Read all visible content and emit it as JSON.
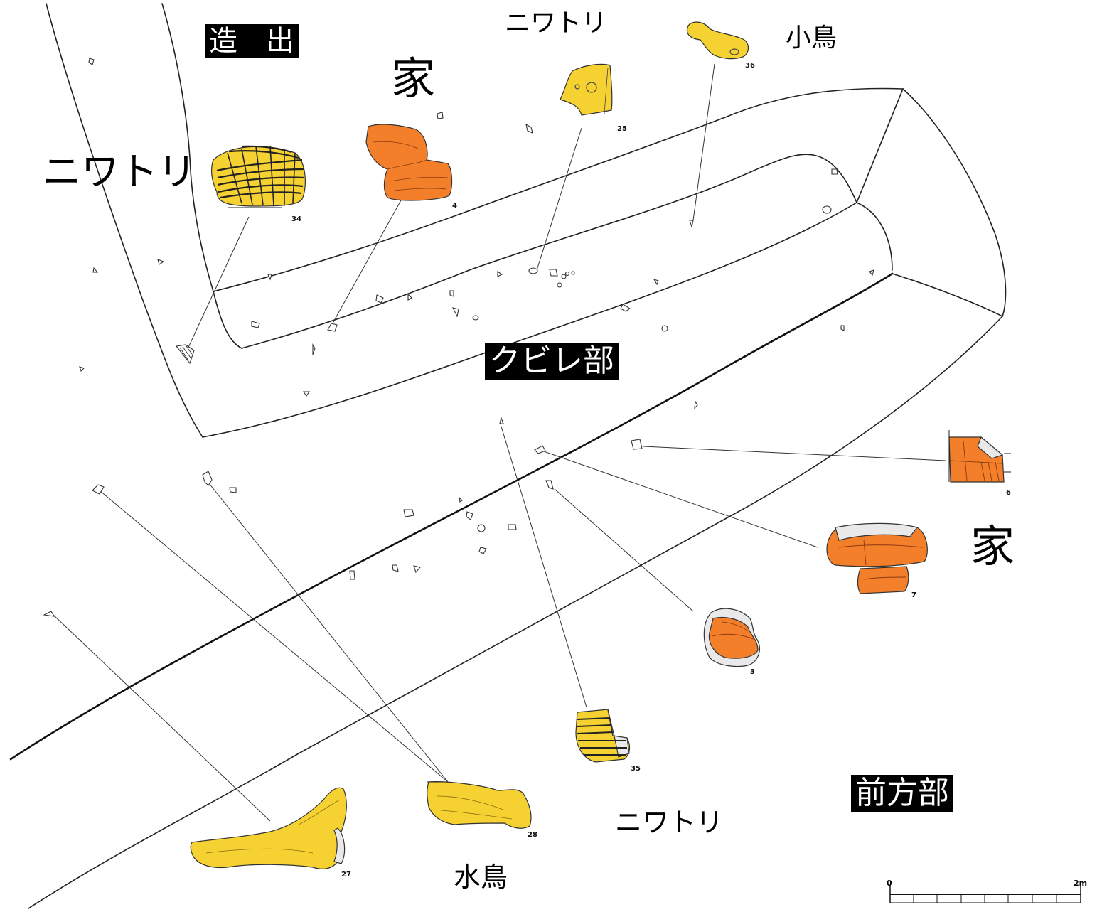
{
  "labels": {
    "zoshutsu": "造　出",
    "kubire": "クビレ部",
    "zenpo": "前方部",
    "niwatori_left": "ニワトリ",
    "niwatori_top": "ニワトリ",
    "niwatori_bottom": "ニワトリ",
    "kotori": "小鳥",
    "mizutori": "水鳥",
    "ie_top": "家",
    "ie_right": "家"
  },
  "artifact_numbers": {
    "n34": "34",
    "n4": "4",
    "n25": "25",
    "n36": "36",
    "n6": "6",
    "n7": "7",
    "n3": "3",
    "n35": "35",
    "n28": "28",
    "n27": "27"
  },
  "scale": {
    "start": "0",
    "end": "2m"
  },
  "colors": {
    "house": "#f47f2a",
    "bird": "#f5d232",
    "line": "#222222"
  }
}
